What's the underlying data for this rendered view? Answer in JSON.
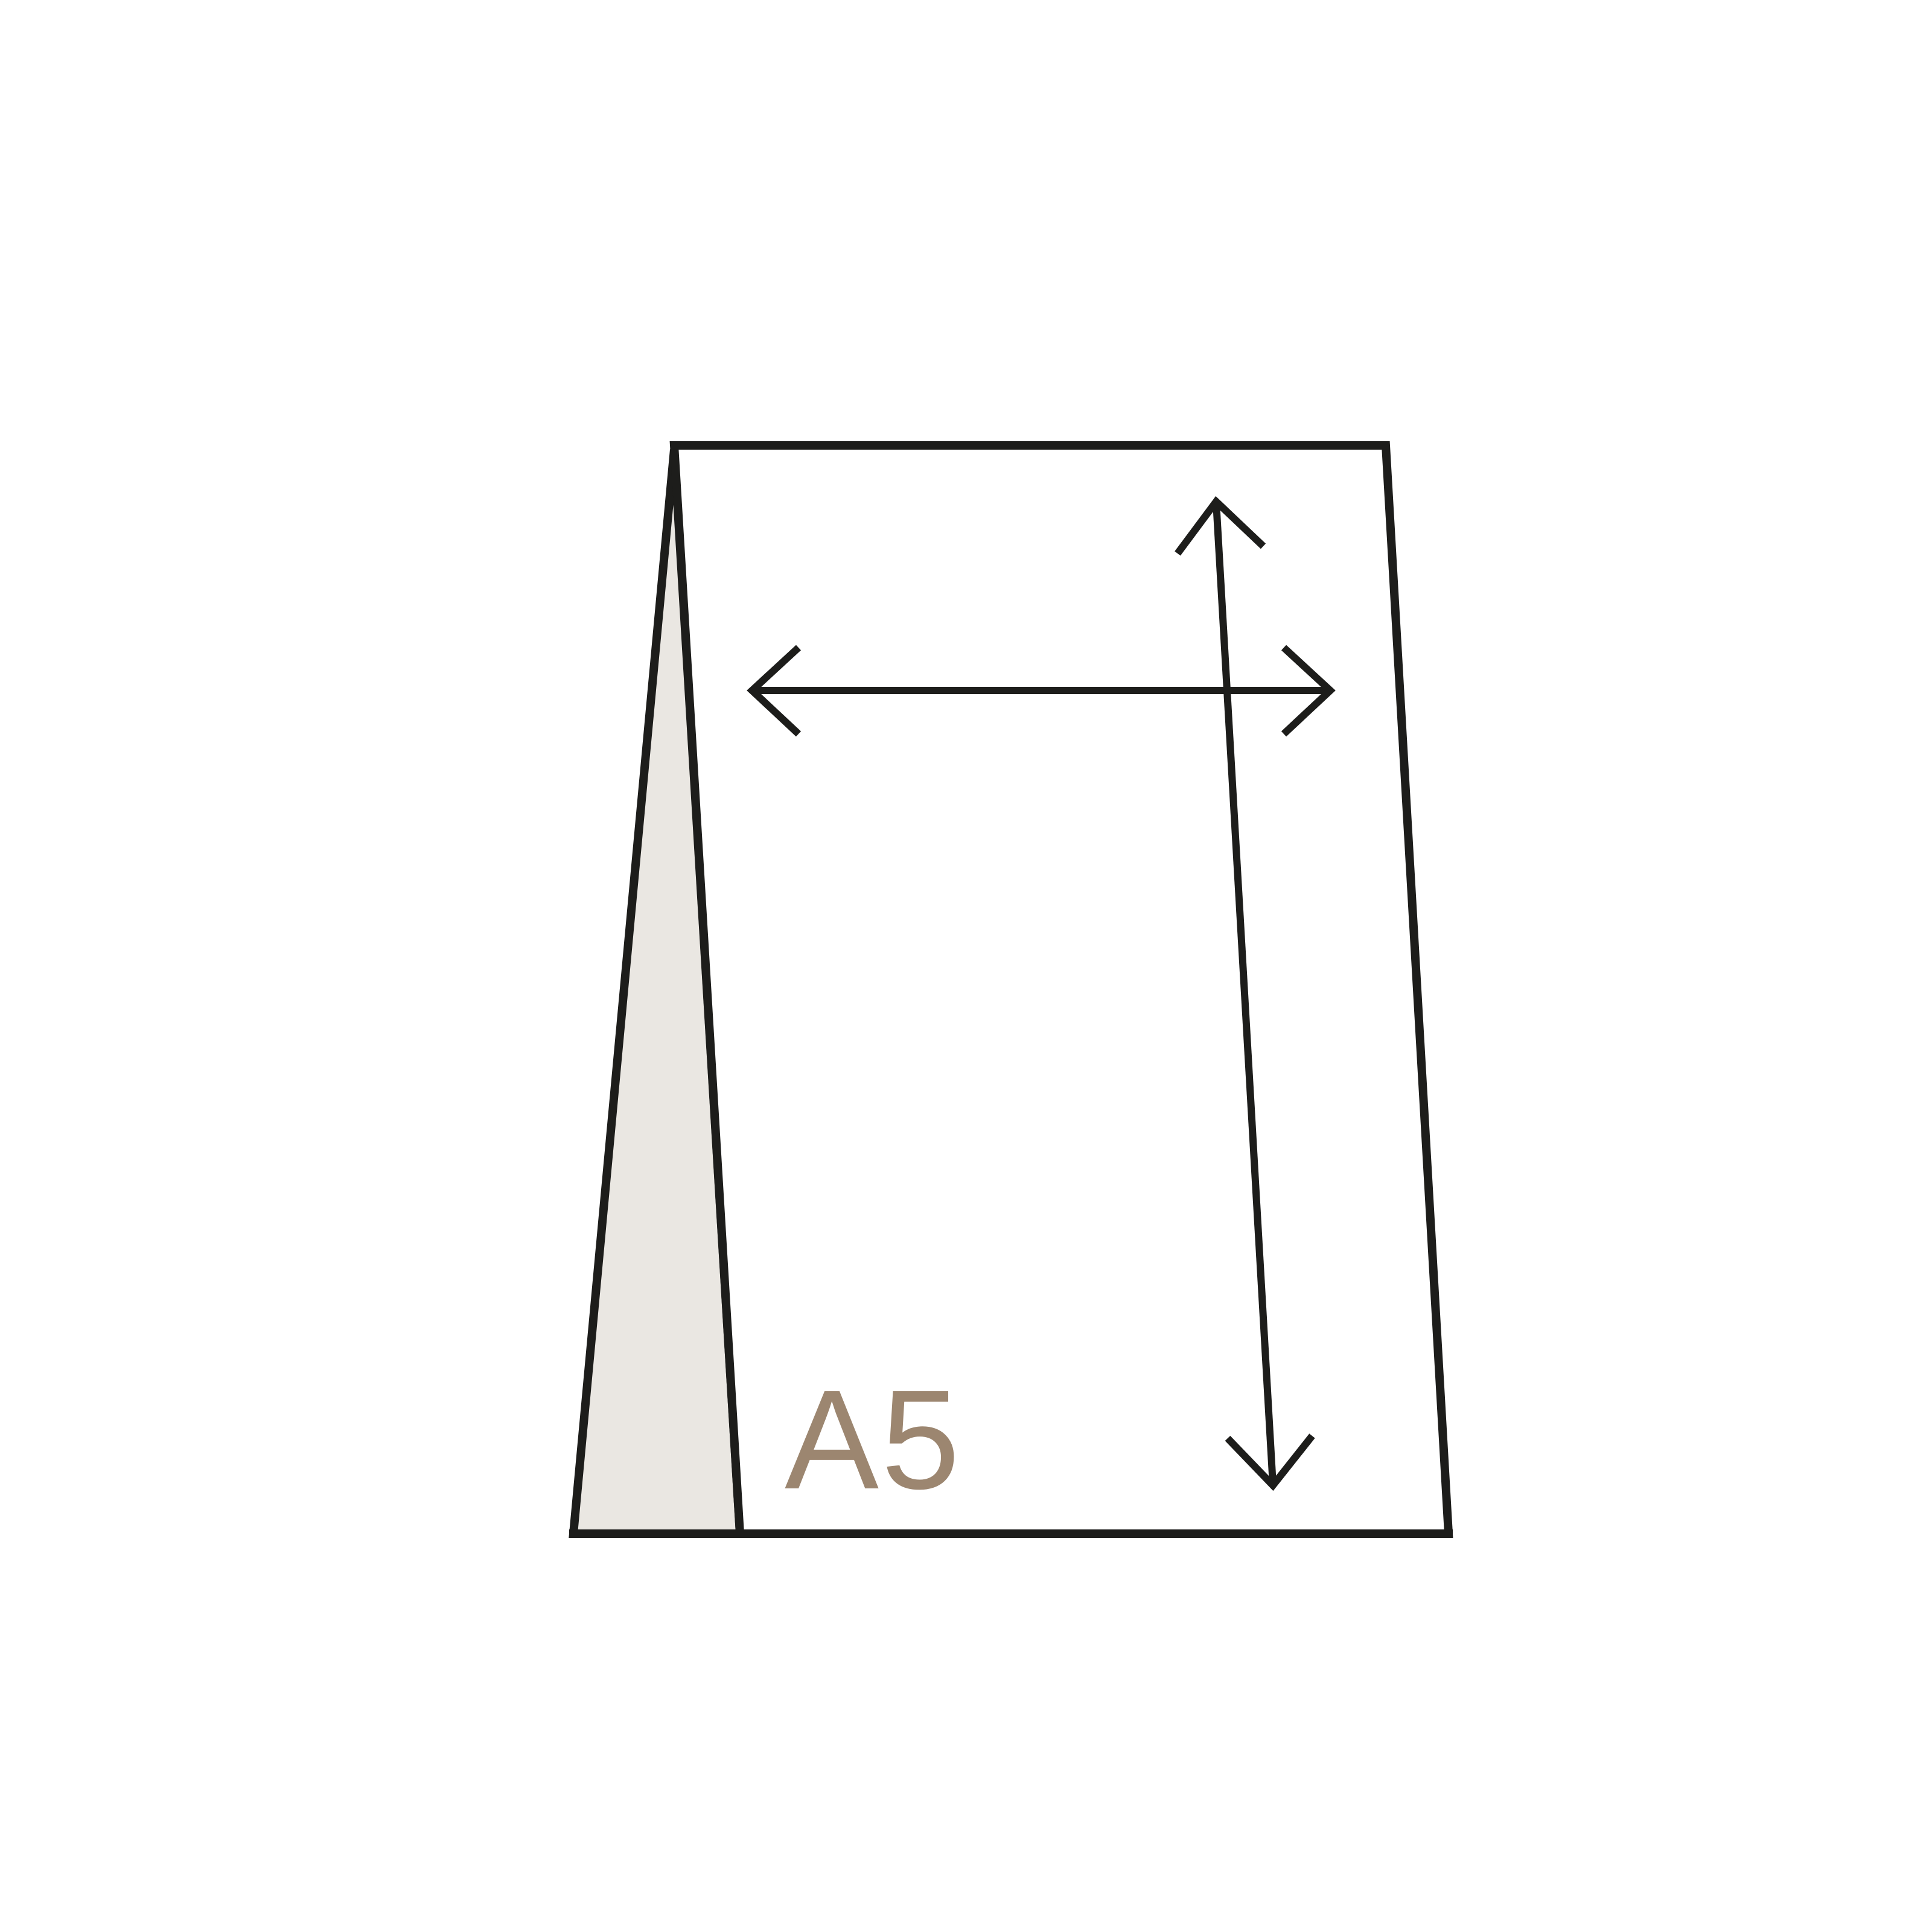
{
  "size_label": "A5",
  "colors": {
    "background": "#ffffff",
    "outline": "#1d1d1b",
    "back_panel_fill": "#eae7e2",
    "front_panel_fill": "#ffffff",
    "label": "#9c8670"
  },
  "icons": {
    "width_dimension": "double-headed-horizontal-arrow",
    "height_dimension": "double-headed-vertical-arrow"
  }
}
